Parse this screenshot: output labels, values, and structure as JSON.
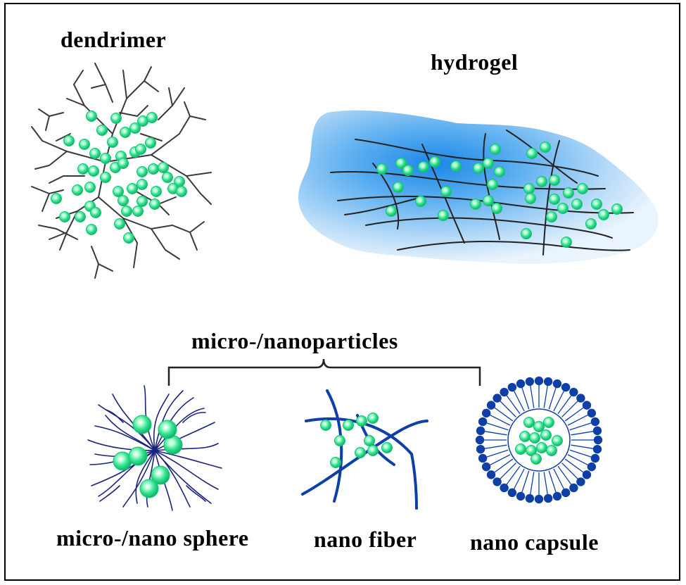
{
  "labels": {
    "dendrimer": "dendrimer",
    "hydrogel": "hydrogel",
    "group": "micro-/nanoparticles",
    "sphere": "micro-/nano sphere",
    "fiber": "nano fiber",
    "capsule": "nano capsule"
  },
  "colors": {
    "particle": "#2ee08a",
    "particle_highlight": "#c8ffe4",
    "dendrimer_line": "#3a3a3a",
    "hydrogel_gel": "#1f86e0",
    "hydrogel_line": "#222222",
    "polymer_blue": "#1a237e",
    "capsule_blue": "#0d3fa6"
  }
}
